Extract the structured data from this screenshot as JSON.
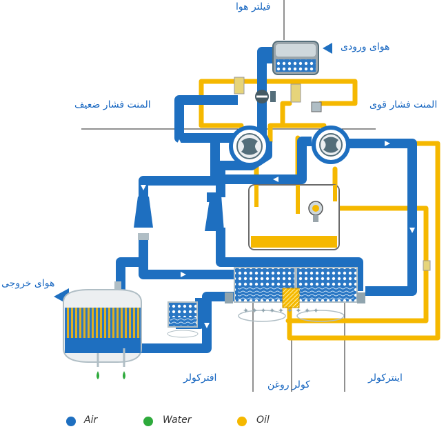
{
  "labels": {
    "air_filter": "فیلتر هوا",
    "air_inlet": "هوای ورودی",
    "low_pressure_element": "المنت فشار ضعیف",
    "high_pressure_element": "المنت فشار قوی",
    "air_outlet": "هوای خروجی",
    "aftercooler": "افترکولر",
    "oil_cooler": "کولر روغن",
    "intercooler": "اینترکولر"
  },
  "legend": [
    {
      "label": "Air",
      "color": "#1e6fc0"
    },
    {
      "label": "Water",
      "color": "#2eaa3c"
    },
    {
      "label": "Oil",
      "color": "#f5b800"
    }
  ],
  "colors": {
    "air": "#1e6fc0",
    "oil": "#f5b800",
    "water": "#2eaa3c"
  }
}
